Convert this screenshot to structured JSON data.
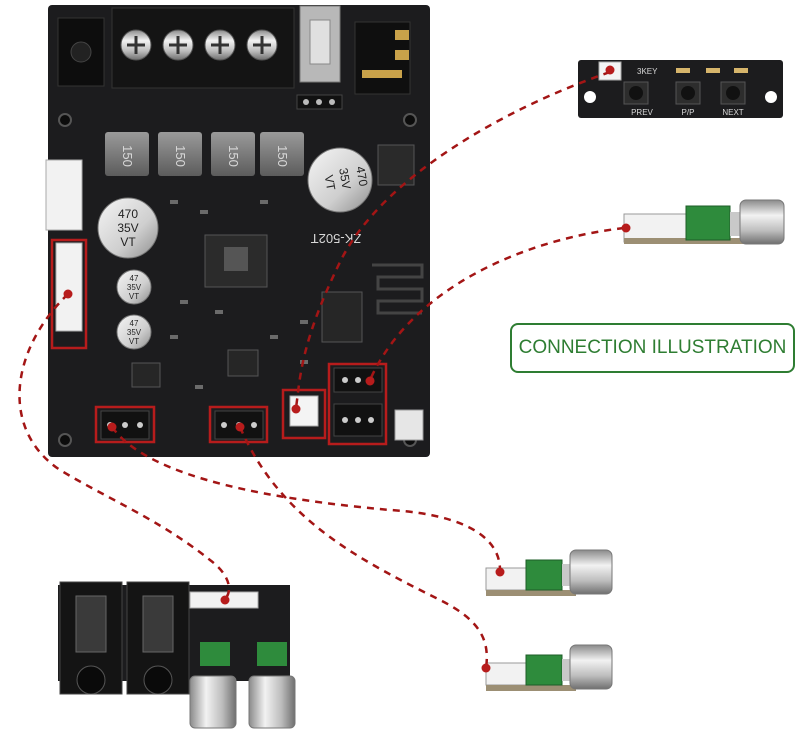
{
  "caption": "CONNECTION ILLUSTRATION",
  "main_board": {
    "model_label": "ZK-502T",
    "inductor_labels": [
      "150",
      "150",
      "150",
      "150"
    ],
    "capacitors": [
      {
        "value": "470",
        "voltage": "35V",
        "series": "VT"
      },
      {
        "value": "470",
        "voltage": "35V",
        "series": "VT"
      },
      {
        "value": "47",
        "voltage": "35V",
        "series": "VT"
      },
      {
        "value": "47",
        "voltage": "35V",
        "series": "VT"
      }
    ]
  },
  "key_board": {
    "header_label": "3KEY",
    "button_labels": [
      "PREV",
      "P/P",
      "NEXT"
    ]
  },
  "colors": {
    "accent_green": "#2e7d32",
    "highlight_red": "#b71c1c",
    "wire_red": "#a31515",
    "pcb_black": "#1c1c1e"
  }
}
